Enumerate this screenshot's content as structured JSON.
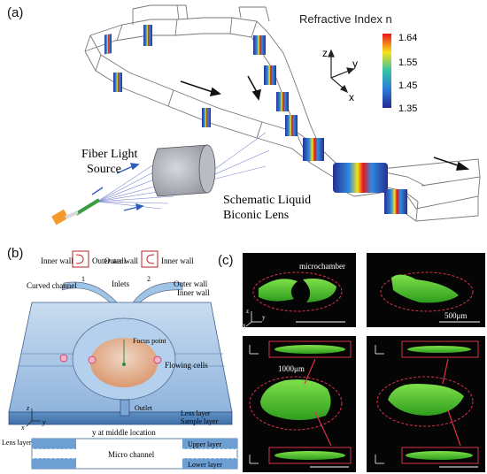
{
  "panel_a": {
    "label": "(a)",
    "colorbar": {
      "title": "Refractive Index n",
      "ticks": [
        "1.64",
        "1.55",
        "1.45",
        "1.35"
      ]
    },
    "axes": {
      "z": "z",
      "y": "y",
      "x": "x"
    },
    "source_label_1": "Fiber Light",
    "source_label_2": "Source",
    "lens_label_1": "Schematic Liquid",
    "lens_label_2": "Biconic Lens"
  },
  "panel_b": {
    "label": "(b)",
    "inner_wall_1": "Inner wall",
    "outer_wall_1": "Outer wall",
    "outer_wall_2": "Outer wall",
    "inner_wall_2": "Inner wall",
    "curved_channel": "Curved channel",
    "num_1": "1",
    "num_2": "2",
    "inlets": "Inlets",
    "outer_wall_3": "Outer wall",
    "inner_wall_3": "Inner wall",
    "focus_point": "Focus point",
    "flowing_cells": "Flowing cells",
    "outlet": "Outlet",
    "lens_layer": "Lens layer",
    "sample_layer": "Sample layer",
    "middle_location": "y at middle location",
    "lens_layer_side": "Lens layer",
    "upper_layer": "Upper layer",
    "micro_channel": "Micro channel",
    "lower_layer": "Lower layer",
    "axis_z": "z",
    "axis_x": "x",
    "axis_y": "y"
  },
  "panel_c": {
    "label": "(c)",
    "microchamber": "microchamber",
    "scale_500": "500μm",
    "scale_1000": "1000μm",
    "axis_z": "z",
    "axis_y": "y",
    "axis_x": "x"
  }
}
